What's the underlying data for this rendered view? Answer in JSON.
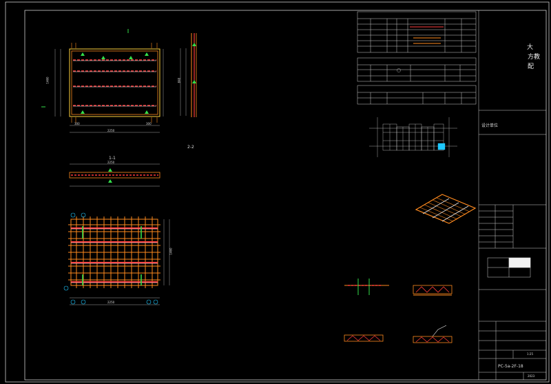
{
  "sections": {
    "plan_top": "2-2",
    "section_1": "1-1"
  },
  "titlebar": {
    "char_1": "大",
    "char_2": "方",
    "char_3": "教",
    "char_4": "配",
    "row_label": "设计单位",
    "date": "2023",
    "scale": "1:25",
    "drawing_no": "PC-5a-2F-18"
  },
  "dims": {
    "plan_width": "2250",
    "plan_left": "300",
    "plan_right": "300",
    "side_h1": "1460",
    "side_h2": "840",
    "sec_w": "2250",
    "reb_w": "2250",
    "reb_h": "1460"
  },
  "colors": {
    "frame": "#cfcfcf",
    "orange": "#ff8a1e",
    "red": "#ff3b3b",
    "yellow": "#ffd23c",
    "green": "#33e04a",
    "cyan": "#1ec8ff",
    "white": "#f2f2f2"
  }
}
